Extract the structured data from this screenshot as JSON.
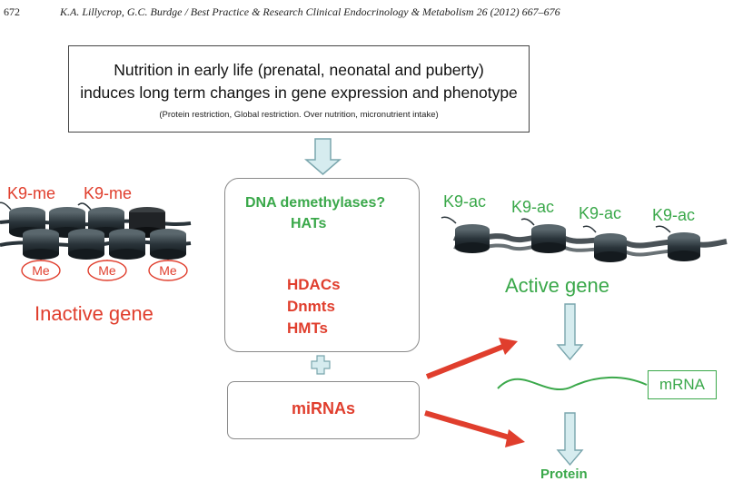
{
  "header": {
    "page_number": "672",
    "citation": "K.A. Lillycrop, G.C. Burdge / Best Practice & Research Clinical Endocrinology & Metabolism 26 (2012) 667–676"
  },
  "top_box": {
    "line1": "Nutrition in early life (prenatal, neonatal and puberty)",
    "line2": "induces long term changes in gene expression and phenotype",
    "note": "(Protein restriction, Global restriction. Over nutrition, micronutrient intake)"
  },
  "inactive": {
    "marks": [
      "K9-me",
      "K9-me"
    ],
    "methyl_labels": [
      "Me",
      "Me",
      "Me"
    ],
    "caption": "Inactive gene"
  },
  "center": {
    "activators": [
      "DNA demethylases?",
      "HATs"
    ],
    "repressors": [
      "HDACs",
      "Dnmts",
      "HMTs"
    ],
    "plus_symbol": "+",
    "mirnas": "miRNAs"
  },
  "active": {
    "marks": [
      "K9-ac",
      "K9-ac",
      "K9-ac",
      "K9-ac"
    ],
    "caption": "Active gene"
  },
  "outputs": {
    "mrna": "mRNA",
    "protein": "Protein"
  },
  "colors": {
    "green": "#3aa84a",
    "red": "#e03e2d",
    "down_arrow_fill": "#d6ecef",
    "down_arrow_stroke": "#7aa6ad",
    "nucleosome": "#2a343a"
  }
}
